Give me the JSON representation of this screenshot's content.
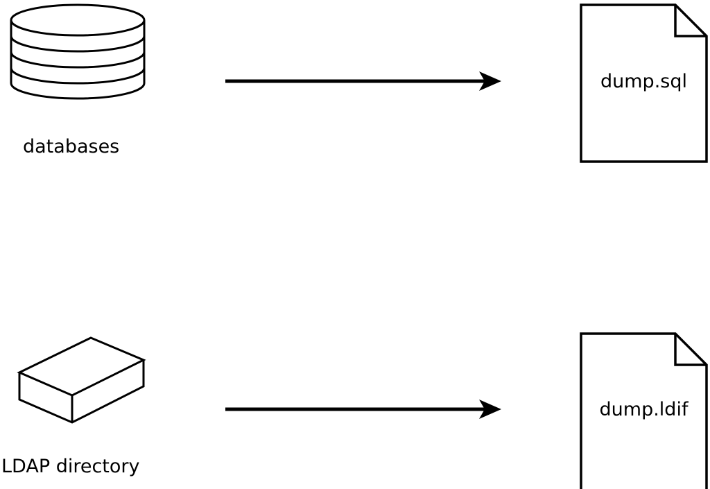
{
  "diagram": {
    "background": "#ffffff",
    "stroke_color": "#000000",
    "rows": [
      {
        "source_label": "databases",
        "source_icon": "database-cylinder-icon",
        "arrow_icon": "arrow-right-icon",
        "target_icon": "document-icon",
        "target_file": "dump.sql"
      },
      {
        "source_label": "LDAP directory",
        "source_icon": "ldap-box-icon",
        "arrow_icon": "arrow-right-icon",
        "target_icon": "document-icon",
        "target_file": "dump.ldif"
      }
    ]
  }
}
